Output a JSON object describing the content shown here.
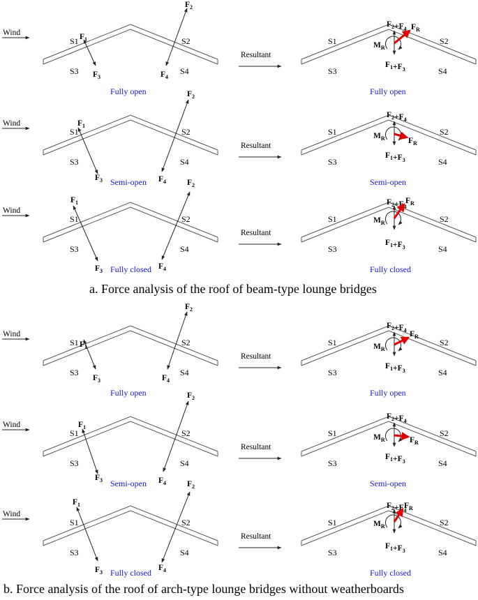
{
  "colors": {
    "caption": "#1414e6",
    "resultant_arrow": "#e00000",
    "roof": "#555555",
    "arrow": "#222222"
  },
  "labels": {
    "wind": "Wind",
    "resultant": "Resultant",
    "s1": "S1",
    "s2": "S2",
    "s3": "S3",
    "s4": "S4",
    "F": "F",
    "M": "M",
    "sub1": "1",
    "sub2": "2",
    "sub3": "3",
    "sub4": "4",
    "subR": "R",
    "plus": "+"
  },
  "sections": [
    {
      "title": "a.   Force analysis of the roof of beam-type lounge bridges",
      "rows": [
        {
          "condition": "Fully open",
          "resultant_direction": "up-right"
        },
        {
          "condition": "Semi-open",
          "resultant_direction": "down-right"
        },
        {
          "condition": "Fully closed",
          "resultant_direction": "up-right"
        }
      ]
    },
    {
      "title": "b.   Force analysis of the roof of arch-type lounge bridges without weatherboards",
      "rows": [
        {
          "condition": "Fully open",
          "resultant_direction": "up-right"
        },
        {
          "condition": "Semi-open",
          "resultant_direction": "right"
        },
        {
          "condition": "Fully closed",
          "resultant_direction": "up-right"
        }
      ]
    }
  ]
}
